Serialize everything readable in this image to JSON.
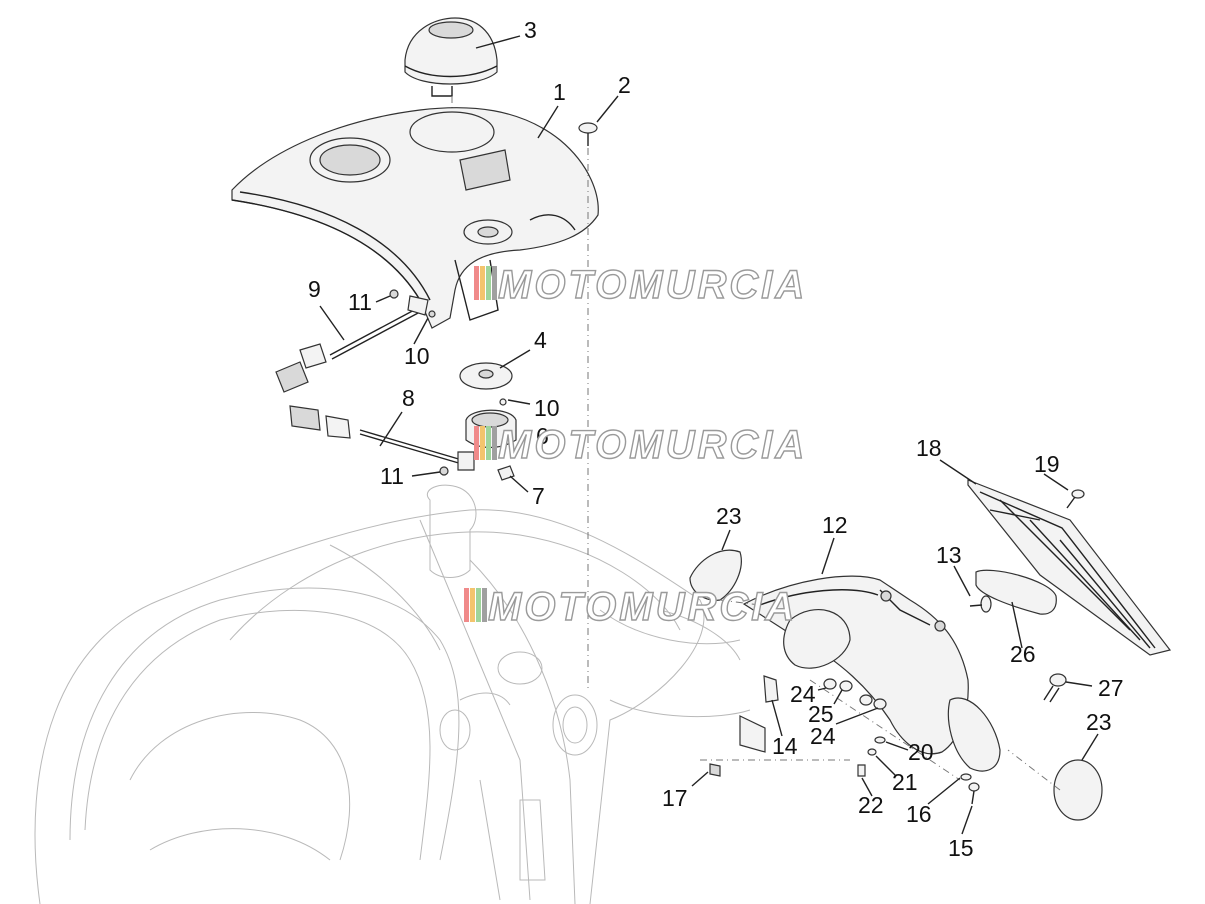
{
  "diagram": {
    "watermark": "MOTOMURCIA",
    "watermark_stripe_colors": [
      "#f08a8a",
      "#f3c46d",
      "#9fd49b",
      "#a0a0a0"
    ],
    "labels": {
      "p1": "1",
      "p2": "2",
      "p3": "3",
      "p4": "4",
      "p6": "6",
      "p7": "7",
      "p8": "8",
      "p9": "9",
      "p10a": "10",
      "p10b": "10",
      "p11a": "11",
      "p11b": "11",
      "p12": "12",
      "p13": "13",
      "p14": "14",
      "p15": "15",
      "p16": "16",
      "p17": "17",
      "p18": "18",
      "p19": "19",
      "p20": "20",
      "p21": "21",
      "p22": "22",
      "p23a": "23",
      "p23b": "23",
      "p24a": "24",
      "p24b": "24",
      "p25": "25",
      "p26": "26",
      "p27": "27"
    }
  }
}
